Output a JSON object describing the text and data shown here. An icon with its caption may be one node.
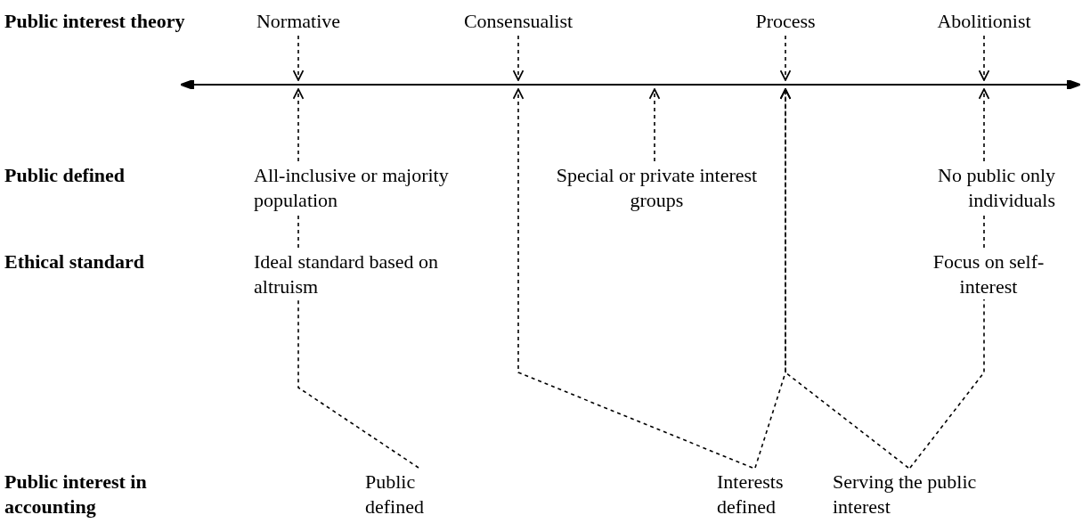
{
  "diagram": {
    "nodes": [
      {
        "text": [
          "Normative"
        ]
      },
      {
        "text": [
          "Consensualist"
        ]
      },
      {
        "text": [
          "Process"
        ]
      },
      {
        "text": [
          "Abolitionist"
        ]
      },
      {
        "text": [],
        "shape": "line"
      },
      {
        "text": [
          "All-inclusive or majority population"
        ]
      },
      {
        "text": [
          "Special or private interest groups"
        ]
      },
      {
        "text": [
          "No public only individuals"
        ]
      },
      {
        "text": [
          "Ideal standard based on altruism"
        ]
      },
      {
        "text": [
          "Focus on self-interest"
        ]
      },
      {
        "text": [
          "Public defined"
        ]
      },
      {
        "text": [
          "Interests defined"
        ]
      },
      {
        "text": [
          "Serving the public interest"
        ]
      }
    ],
    "edges": [
      {
        "from": 0,
        "to": 4,
        "arrow": "to",
        "style": "dashed"
      },
      {
        "from": 1,
        "to": 4,
        "arrow": "to",
        "style": "dashed"
      },
      {
        "from": 2,
        "to": 4,
        "arrow": "to",
        "style": "dashed"
      },
      {
        "from": 3,
        "to": 4,
        "arrow": "to",
        "style": "dashed"
      },
      {
        "from": 5,
        "to": 4,
        "arrow": "to",
        "style": "dashed"
      },
      {
        "from": 6,
        "to": 4,
        "arrow": "to",
        "style": "dashed"
      },
      {
        "from": 7,
        "to": 4,
        "arrow": "to",
        "style": "dashed"
      },
      {
        "from": 11,
        "to": 4,
        "arrow": "to",
        "style": "dashed"
      },
      {
        "from": 11,
        "to": 4,
        "arrow": "to",
        "style": "dashed"
      },
      {
        "from": 12,
        "to": 4,
        "arrow": "to",
        "style": "dashed"
      },
      {
        "from": 8,
        "to": 5,
        "arrow": "none",
        "style": "dashed"
      },
      {
        "from": 10,
        "to": 8,
        "arrow": "none",
        "style": "dashed"
      },
      {
        "from": 9,
        "to": 7,
        "arrow": "none",
        "style": "dashed"
      },
      {
        "from": 12,
        "to": 9,
        "arrow": "none",
        "style": "dashed"
      }
    ],
    "labels": [
      "Public interest theory",
      "Public defined",
      "Ethical standard",
      "Public interest in accounting"
    ]
  }
}
